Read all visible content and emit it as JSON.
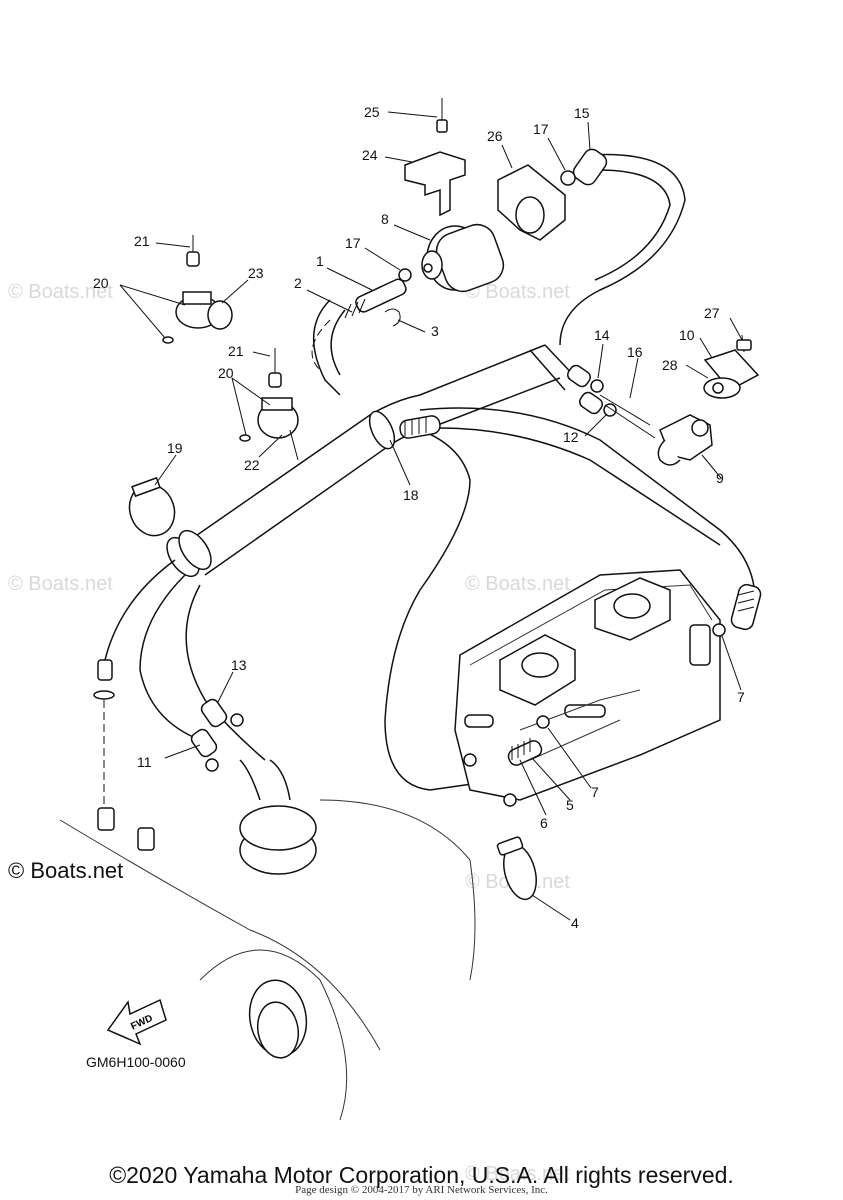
{
  "callouts": [
    "1",
    "2",
    "3",
    "4",
    "5",
    "6",
    "7",
    "7",
    "8",
    "9",
    "10",
    "11",
    "12",
    "13",
    "14",
    "15",
    "16",
    "17",
    "17",
    "18",
    "19",
    "20",
    "20",
    "21",
    "21",
    "22",
    "23",
    "24",
    "25",
    "26",
    "27",
    "28"
  ],
  "fwd_label": "FWD",
  "diagram_code": "GM6H100-0060",
  "brand": "© Boats.net",
  "watermark": "© Boats.net",
  "copyright": "©2020 Yamaha Motor Corporation, U.S.A. All rights reserved.",
  "page_design": "Page design © 2004-2017 by ARI Network Services, Inc."
}
